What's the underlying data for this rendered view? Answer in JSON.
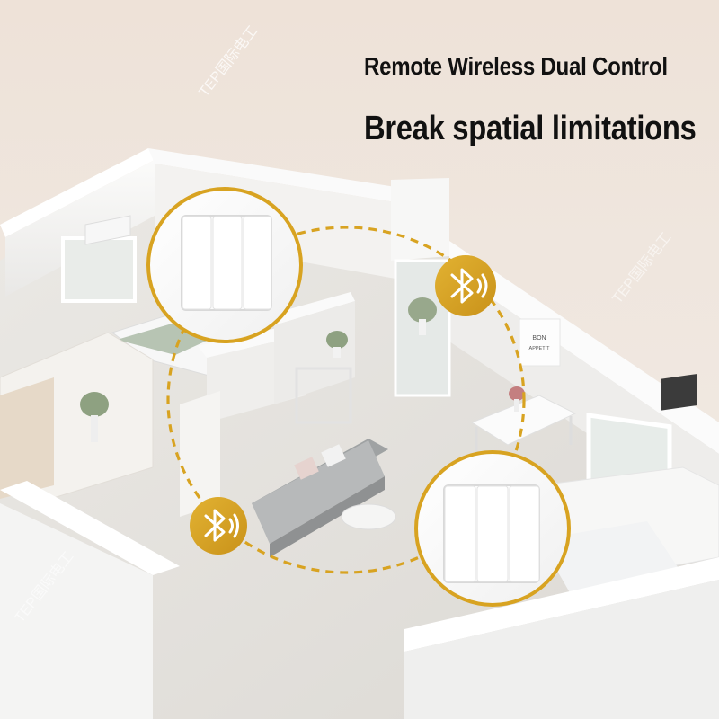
{
  "headline": {
    "line1": "Remote Wireless Dual Control",
    "line2": "Break spatial limitations"
  },
  "watermark": "TEP国际电工",
  "wall_sign": {
    "line1": "BON",
    "line2": "APPETIT"
  },
  "icons": {
    "bluetooth": "bluetooth-icon",
    "switch": "three-gang-switch-icon"
  },
  "colors": {
    "accent_gold": "#d8a321",
    "wall_white": "#f7f7f6",
    "floor": "#e6e3de"
  }
}
